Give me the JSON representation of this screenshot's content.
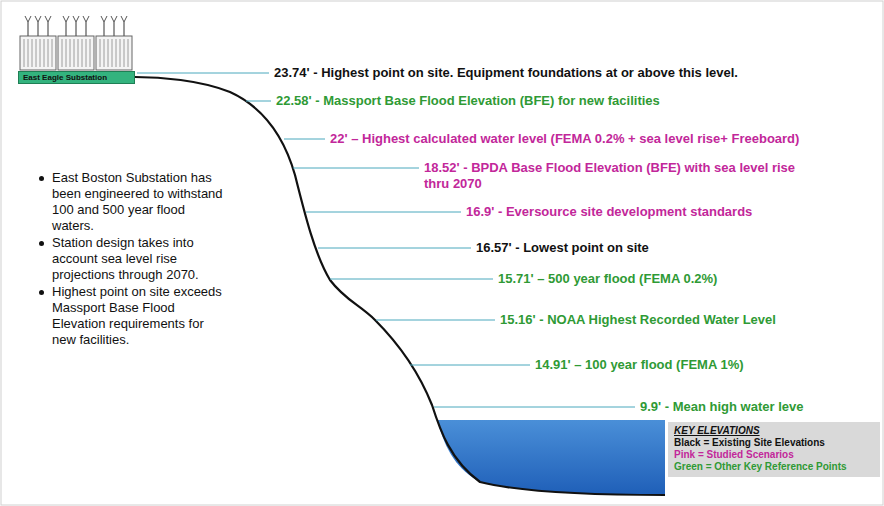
{
  "diagram": {
    "nodes": [
      {
        "text": [
          "East Eagle Substation"
        ]
      },
      {
        "text": [
          "KEY ELEVATIONS",
          "Black = Existing Site Elevations",
          "Pink = Studied Scenarios",
          "Green = Other Key Reference Points"
        ]
      }
    ],
    "labels": [
      "23.74' - Highest point on site. Equipment foundations at or above this level.",
      "22.58' - Massport Base Flood Elevation (BFE) for new facilities",
      "22' – Highest calculated water level (FEMA 0.2% + sea level rise+ Freeboard)",
      "18.52' - BPDA Base Flood Elevation (BFE) with sea level rise thru 2070",
      "16.9' - Eversource site development standards",
      "16.57' - Lowest point on site",
      "15.71' – 500 year flood (FEMA 0.2%)",
      "15.16' - NOAA Highest Recorded Water Level",
      "14.91' – 100 year flood (FEMA 1%)",
      "9.9' - Mean high water leve",
      "East Boston Substation has been engineered to withstand 100 and 500 year flood waters.",
      "Station design takes into account sea level rise projections through 2070.",
      "Highest point on site exceeds Massport Base Flood Elevation requirements for new facilities."
    ]
  }
}
